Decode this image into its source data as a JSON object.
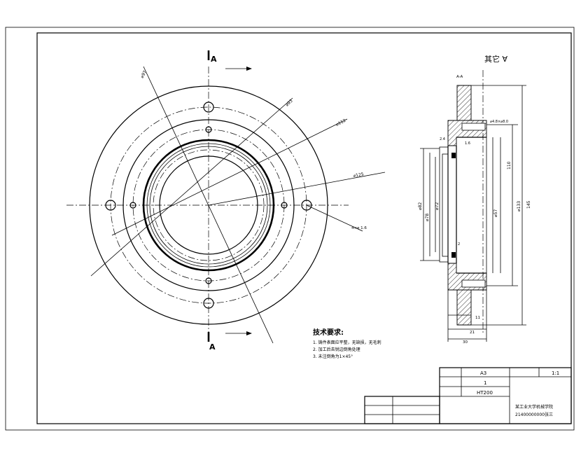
{
  "section_labels": {
    "top": "A",
    "bottom": "A",
    "section_view": "A-A"
  },
  "roughness_note": "其它 ∀",
  "front_view_dims": [
    {
      "key": "d1",
      "text": "⌀97"
    },
    {
      "key": "d2",
      "text": "⌀93"
    },
    {
      "key": "d3",
      "text": "⌀112"
    },
    {
      "key": "d4",
      "text": "⌀125"
    },
    {
      "key": "d5",
      "text": "4×⌀  1.6"
    }
  ],
  "section_view_dims": {
    "top_counterbore": "⌀4.8×⌀8.0",
    "left_outer": "⌀82",
    "left_inner1": "⌀78",
    "left_inner2": "⌀72",
    "bore": "⌀57",
    "right1": "110",
    "right2": "⌀133",
    "right3": "145",
    "small1": "2.4",
    "small2": "1.6",
    "small3": "2",
    "bottom1": "11",
    "bottom2": "21",
    "bottom3": "30"
  },
  "tech_requirements": {
    "title": "技术要求:",
    "items": [
      "1. 铸件表面应平整，无缺损，无毛刺",
      "2. 加工后去锐边倒角处理",
      "3. 未注倒角为1×45°"
    ]
  },
  "title_block": {
    "paper_size": "A3",
    "scale": "1:1",
    "quantity": "1",
    "material": "HT200",
    "school": "某工业大学机械学院",
    "student": "21400000000张三"
  }
}
